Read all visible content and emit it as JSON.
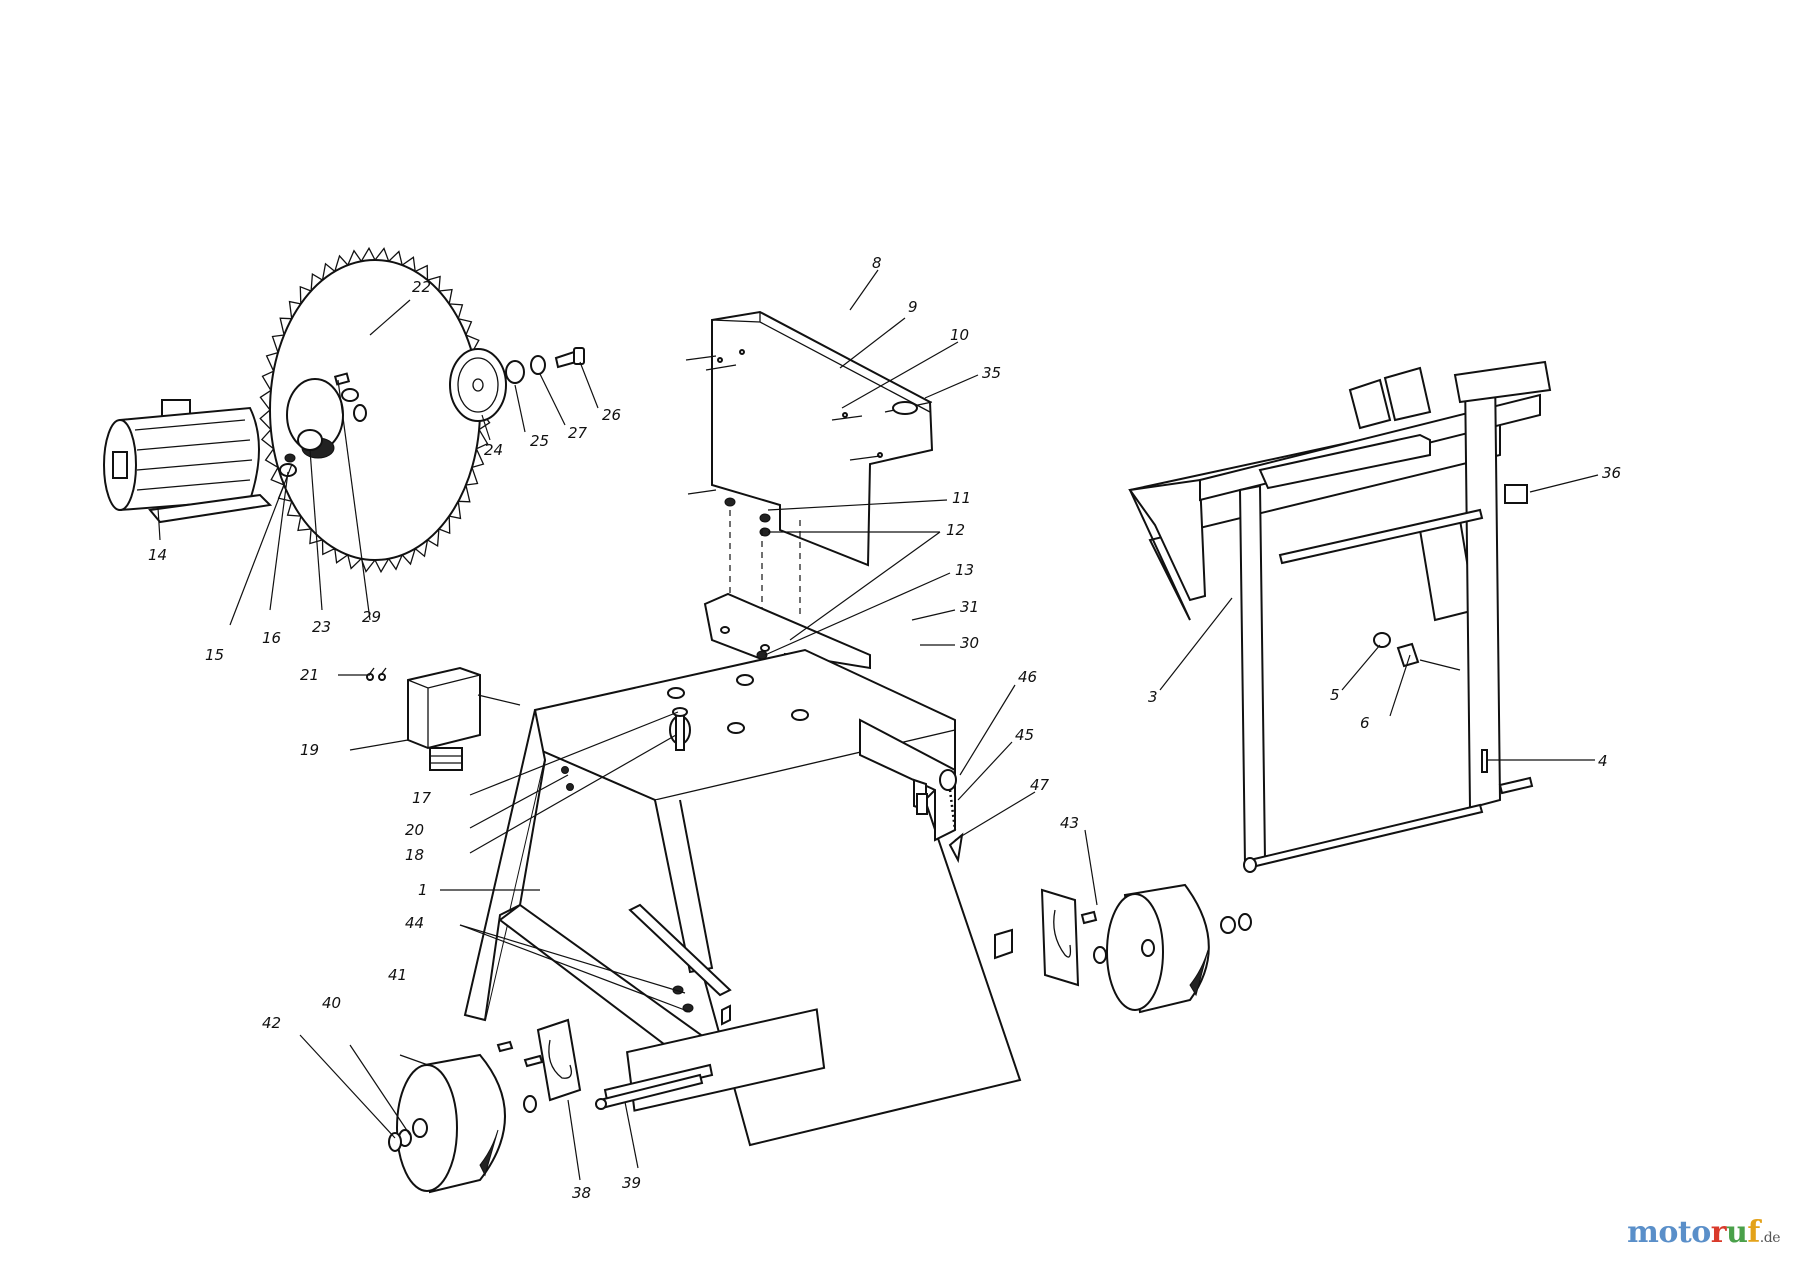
{
  "colors": {
    "brand_motor": "#5a8fc9",
    "brand_u": "#d93a2b",
    "brand_ruf": "#4aa04a",
    "brand_f": "#e3a21a"
  },
  "brand": {
    "part1": "moto",
    "part2": "r",
    "part3": "u",
    "part4": "f",
    "suffix": ".de"
  },
  "callouts": {
    "c1": "1",
    "c3": "3",
    "c4": "4",
    "c5": "5",
    "c6": "6",
    "c8": "8",
    "c9": "9",
    "c10": "10",
    "c11": "11",
    "c12": "12",
    "c13": "13",
    "c14": "14",
    "c15": "15",
    "c16": "16",
    "c17": "17",
    "c18": "18",
    "c19": "19",
    "c20": "20",
    "c21": "21",
    "c22": "22",
    "c23": "23",
    "c24": "24",
    "c25": "25",
    "c26": "26",
    "c27": "27",
    "c29": "29",
    "c30": "30",
    "c31": "31",
    "c35": "35",
    "c36": "36",
    "c38": "38",
    "c39": "39",
    "c40": "40",
    "c41": "41",
    "c42": "42",
    "c43": "43",
    "c44": "44",
    "c45": "45",
    "c46": "46",
    "c47": "47"
  }
}
